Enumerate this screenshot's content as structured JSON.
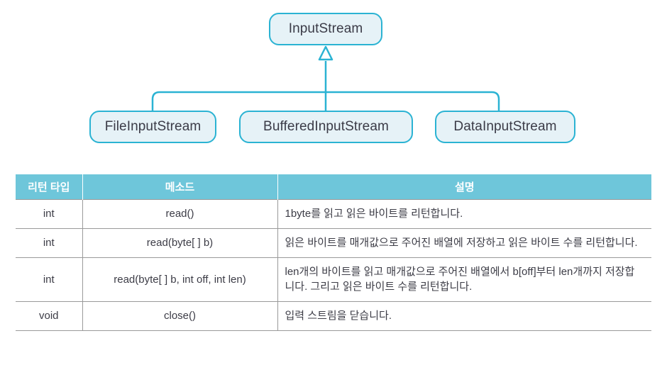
{
  "diagram": {
    "type": "uml-class-inheritance",
    "accent_border_color": "#2bb3d3",
    "box_fill_color": "#e6f2f7",
    "parent": {
      "label": "InputStream"
    },
    "children": [
      {
        "label": "FileInputStream"
      },
      {
        "label": "BufferedInputStream"
      },
      {
        "label": "DataInputStream"
      }
    ],
    "arrow": "hollow-triangle-inheritance"
  },
  "table": {
    "header_bg_color": "#6ec6da",
    "columns": [
      "리턴 타입",
      "메소드",
      "설명"
    ],
    "rows": [
      {
        "return_type": "int",
        "method": "read()",
        "description": "1byte를 읽고 읽은 바이트를 리턴합니다."
      },
      {
        "return_type": "int",
        "method": "read(byte[ ] b)",
        "description": "읽은 바이트를 매개값으로 주어진 배열에 저장하고 읽은 바이트 수를 리턴합니다."
      },
      {
        "return_type": "int",
        "method": "read(byte[ ] b, int off, int len)",
        "description": "len개의 바이트를 읽고 매개값으로 주어진 배열에서  b[off]부터 len개까지 저장합니다. 그리고 읽은 바이트 수를 리턴합니다."
      },
      {
        "return_type": "void",
        "method": "close()",
        "description": "입력 스트림을 닫습니다."
      }
    ]
  }
}
